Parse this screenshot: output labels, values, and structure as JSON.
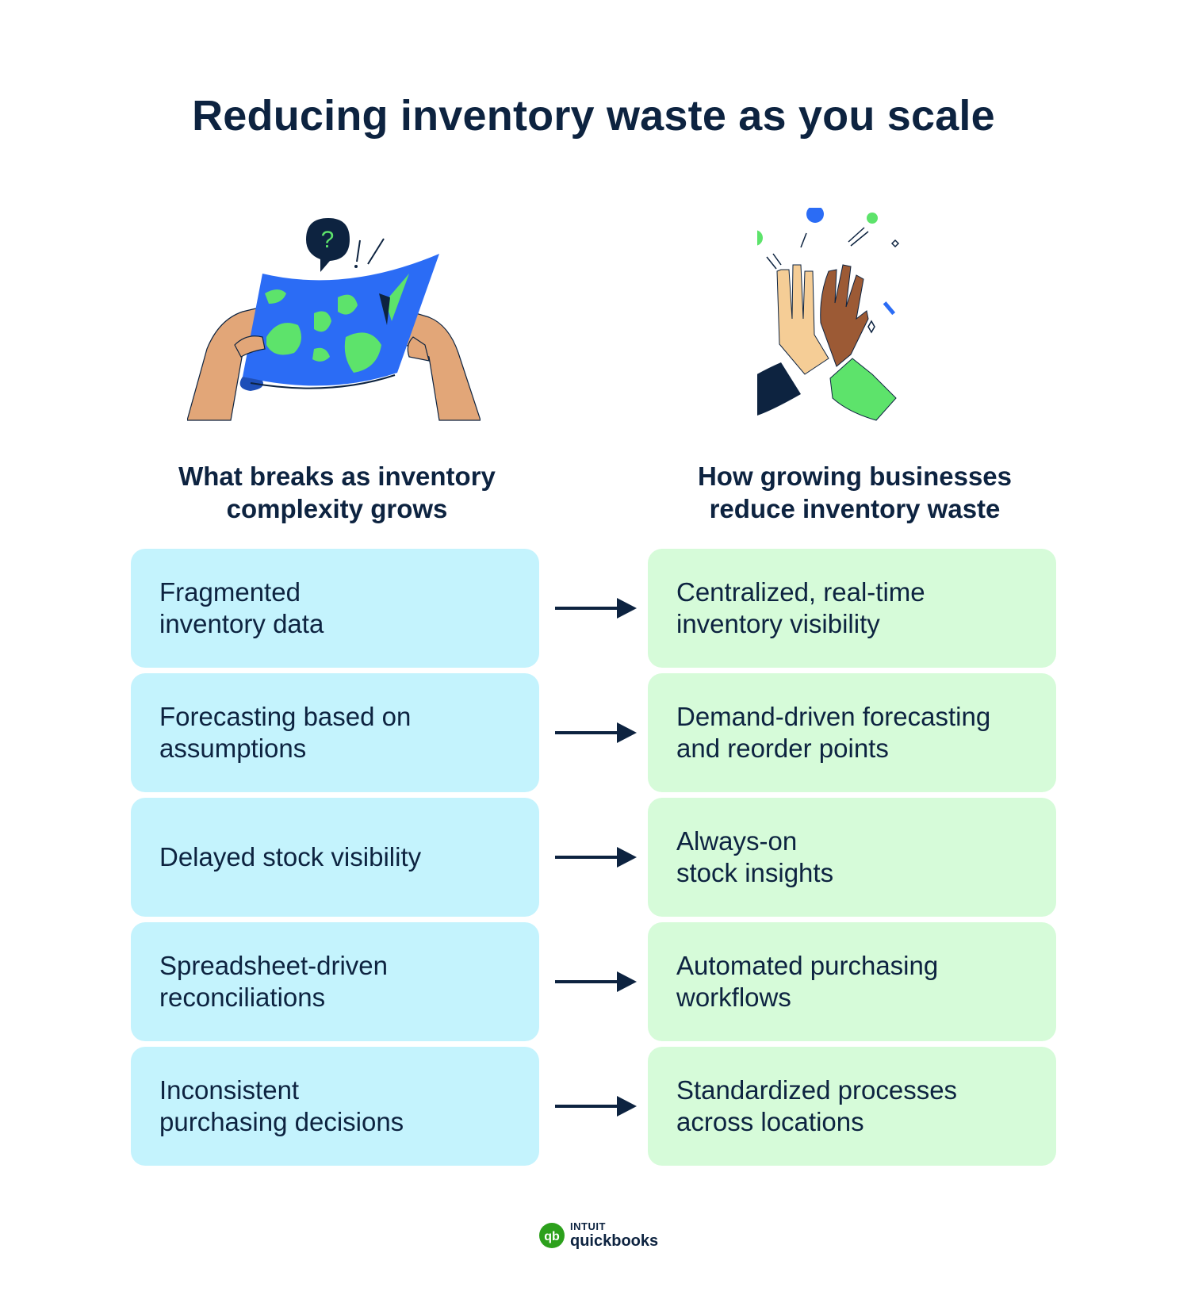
{
  "title": "Reducing inventory waste as you scale",
  "illustrations": {
    "left": "map-icon",
    "right": "high-five-icon"
  },
  "columns": {
    "problems_heading": [
      "What breaks as inventory",
      "complexity grows"
    ],
    "solutions_heading": [
      "How growing businesses",
      "reduce inventory waste"
    ]
  },
  "rows": [
    {
      "problem": [
        "Fragmented",
        "inventory data"
      ],
      "solution": [
        "Centralized, real-time",
        "inventory visibility"
      ]
    },
    {
      "problem": [
        "Forecasting based on",
        "assumptions"
      ],
      "solution": [
        "Demand-driven forecasting",
        "and reorder points"
      ]
    },
    {
      "problem": [
        "Delayed stock visibility"
      ],
      "solution": [
        "Always-on",
        "stock insights"
      ]
    },
    {
      "problem": [
        "Spreadsheet-driven",
        "reconciliations"
      ],
      "solution": [
        "Automated purchasing",
        "workflows"
      ]
    },
    {
      "problem": [
        "Inconsistent",
        "purchasing decisions"
      ],
      "solution": [
        "Standardized processes",
        "across locations"
      ]
    }
  ],
  "colors": {
    "text": "#0d2340",
    "problem_card": "#c4f3fd",
    "solution_card": "#d6fbd9",
    "brand_green": "#2ca01c"
  },
  "logo": {
    "brand_top": "INTUIT",
    "brand_bottom": "quickbooks",
    "mark": "qb"
  }
}
